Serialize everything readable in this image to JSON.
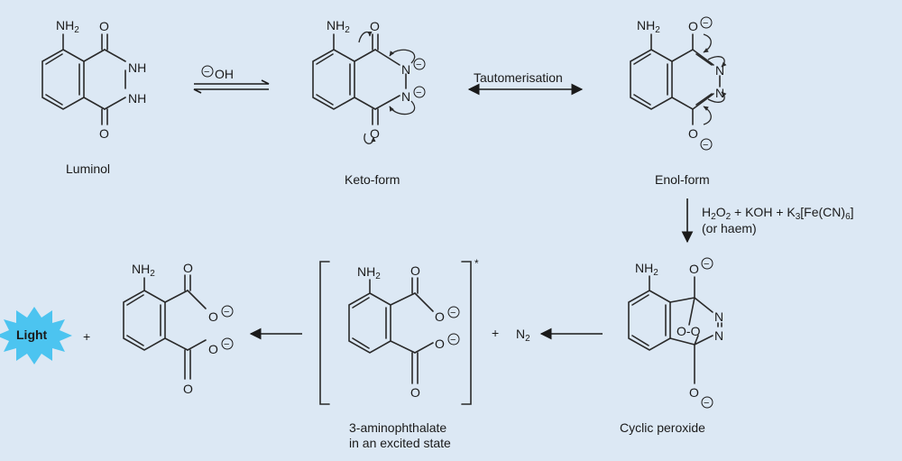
{
  "labels": {
    "luminol": "Luminol",
    "keto": "Keto-form",
    "enol": "Enol-form",
    "peroxide": "Cyclic peroxide",
    "excited_line1": "3-aminophthalate",
    "excited_line2": "in an excited state",
    "light": "Light"
  },
  "reagents": {
    "hydroxide": "OH",
    "tautomerisation": "Tautomerisation",
    "oxidants_line1_a": "H",
    "oxidants_line1_b": "O",
    "oxidants_line1_c": " + KOH + K",
    "oxidants_line1_d": "[Fe(CN)",
    "oxidants_line1_e": "]",
    "oxidants_line2": "(or haem)",
    "plus": "+",
    "nitrogen": "N",
    "excited_mark": "*"
  },
  "atoms": {
    "nh2": "NH",
    "sub2": "2",
    "sub3": "3",
    "sub6": "6",
    "o": "O",
    "n": "N",
    "nh": "NH",
    "minus": "−"
  },
  "colors": {
    "background": "#dce8f4",
    "light_star": "#4cc4f0",
    "ink": "#1a1a1a"
  }
}
